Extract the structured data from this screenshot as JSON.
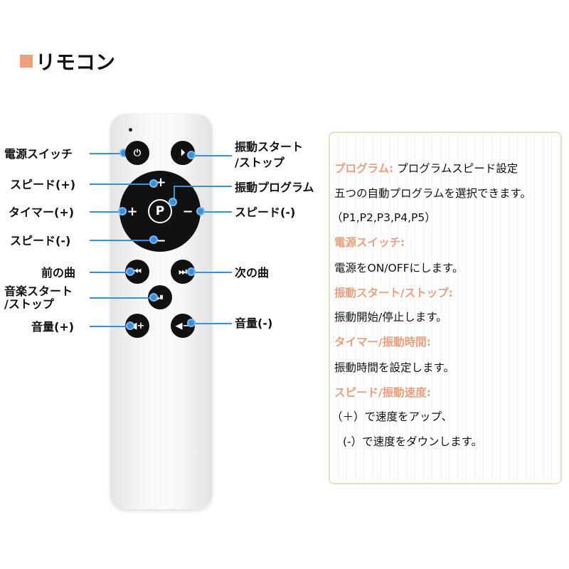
{
  "title": "リモコン",
  "labels_left": {
    "power": "電源スイッチ",
    "speed_plus": "スピード(+)",
    "timer_plus": "タイマー(+)",
    "speed_minus": "スピード(-)",
    "prev": "前の曲",
    "music_1": "音楽スタート",
    "music_2": "/ストップ",
    "vol_plus": "音量(+)"
  },
  "labels_right": {
    "vib_1": "振動スタート",
    "vib_2": "/ストップ",
    "program": "振動プログラム",
    "speed_minus": "スピード(-)",
    "next": "次の曲",
    "vol_minus": "音量(-)"
  },
  "buttons": {
    "plus": "+",
    "minus": "−",
    "p": "P",
    "prev": "⏮",
    "next": "⏭",
    "playpause": "⏯",
    "vol_plus": "◀+",
    "vol_minus": "◀−",
    "power": "⏻",
    "play": "⏵"
  },
  "info": {
    "program_h": "プログラム:",
    "program_t": "プログラムスピード設定",
    "program_l2": "五つの自動プログラムを選択できます。",
    "program_l3": "（P1,P2,P3,P4,P5）",
    "power_h": "電源スイッチ:",
    "power_t": "電源をON/OFFにします。",
    "vib_h": "振動スタート/ストップ:",
    "vib_t": "振動開始/停止します。",
    "timer_h": "タイマー/振動時間:",
    "timer_t": "振動時間を設定します。",
    "speed_h": "スピード/振動速度:",
    "speed_t1": "（＋）で速度をアップ、",
    "speed_t2": "(-）で速度をダウンします。"
  }
}
